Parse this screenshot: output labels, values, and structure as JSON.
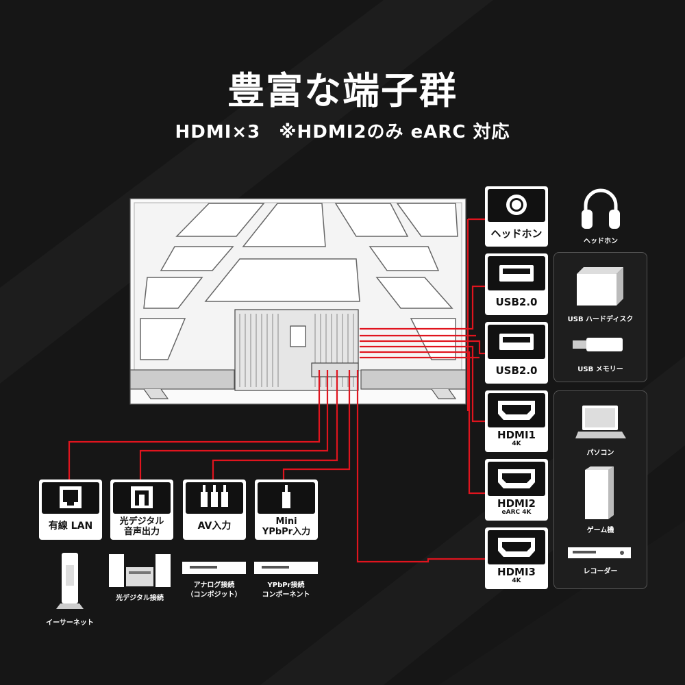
{
  "title": "豊富な端子群",
  "subtitle": "HDMI×3　※HDMI2のみ eARC 対応",
  "right_ports": {
    "headphone": {
      "label": "ヘッドホン"
    },
    "usb1": {
      "label": "USB2.0"
    },
    "usb2": {
      "label": "USB2.0"
    },
    "hdmi1": {
      "label": "HDMI1",
      "sub": "4K"
    },
    "hdmi2": {
      "label": "HDMI2",
      "sub": "eARC 4K"
    },
    "hdmi3": {
      "label": "HDMI3",
      "sub": "4K"
    }
  },
  "right_devices": {
    "headphone": "ヘッドホン",
    "usb_hdd": "USB ハードディスク",
    "usb_memory": "USB メモリー",
    "pc": "パソコン",
    "game": "ゲーム機",
    "recorder": "レコーダー"
  },
  "bottom_ports": {
    "lan": "有線 LAN",
    "optical": "光デジタル\n音声出力",
    "av": "AV入力",
    "ypbpr": "Mini\nYPbPr入力"
  },
  "bottom_devices": {
    "ethernet": "イーサーネット",
    "optical": "光デジタル接続",
    "analog": "アナログ接続\n（コンポジット）",
    "ypbpr": "YPbPr接続\nコンポーネント"
  },
  "colors": {
    "background": "#161616",
    "accent": "#e0141e",
    "box": "#ffffff"
  }
}
